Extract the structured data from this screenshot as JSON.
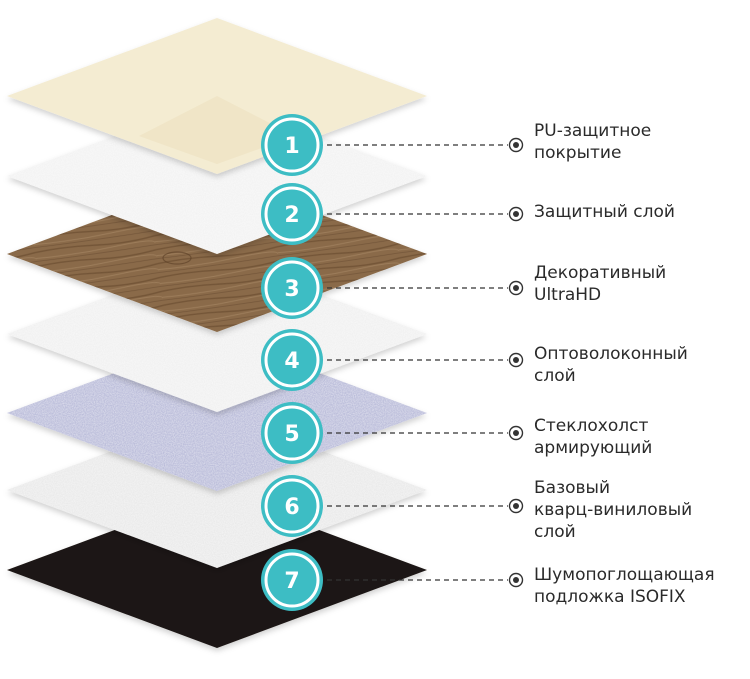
{
  "layers": [
    {
      "number": "1",
      "lines": [
        "PU-защитное",
        "покрытие"
      ],
      "fill": "#f4ecd2",
      "texture": "none"
    },
    {
      "number": "2",
      "lines": [
        "Защитный слой"
      ],
      "fill": "#f2f2f2",
      "texture": "fiber"
    },
    {
      "number": "3",
      "lines": [
        "Декоративный",
        "UltraHD"
      ],
      "fill": "#8a6a48",
      "texture": "wood"
    },
    {
      "number": "4",
      "lines": [
        "Оптоволоконный",
        "слой"
      ],
      "fill": "#f0f0f0",
      "texture": "fiber"
    },
    {
      "number": "5",
      "lines": [
        "Стеклохолст",
        "армирующий"
      ],
      "fill": "#b9bbd9",
      "texture": "fiber"
    },
    {
      "number": "6",
      "lines": [
        "Базовый",
        "кварц-виниловый",
        "слой"
      ],
      "fill": "#e9e9e9",
      "texture": "fiber"
    },
    {
      "number": "7",
      "lines": [
        "Шумопоглощающая",
        "подложка ISOFIX"
      ],
      "fill": "#1e1713",
      "texture": "none"
    }
  ],
  "colors": {
    "badge_fill": "#3dbdc4",
    "badge_ring": "#ffffff",
    "badge_outer": "#3dbdc4",
    "leader_line": "#333333",
    "text": "#2a2a2a"
  }
}
